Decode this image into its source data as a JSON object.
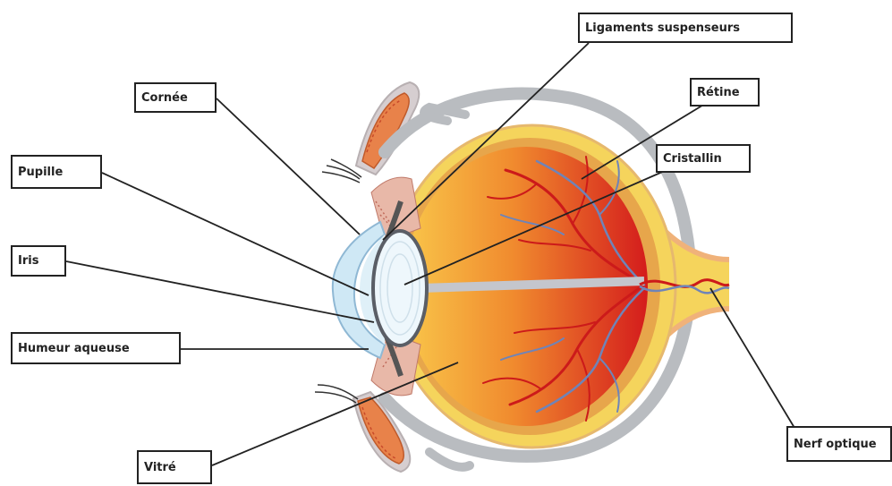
{
  "labels": {
    "ligaments": "Ligaments suspenseurs",
    "cornee": "Cornée",
    "retine": "Rétine",
    "pupille": "Pupille",
    "cristallin": "Cristallin",
    "iris": "Iris",
    "humeur": "Humeur aqueuse",
    "vitre": "Vitré",
    "nerf": "Nerf optique"
  },
  "colors": {
    "outline": "#222222",
    "sclera": "#f5d45c",
    "choroid": "#e7a64b",
    "vitreous_light": "#f8c24a",
    "vitreous_dark": "#d81f1f",
    "cornea": "#cfe8f5",
    "lens": "#eef7fc",
    "vessel_red": "#cc1a1a",
    "vessel_blue": "#6f84b8",
    "eyelid": "#e8824a"
  }
}
